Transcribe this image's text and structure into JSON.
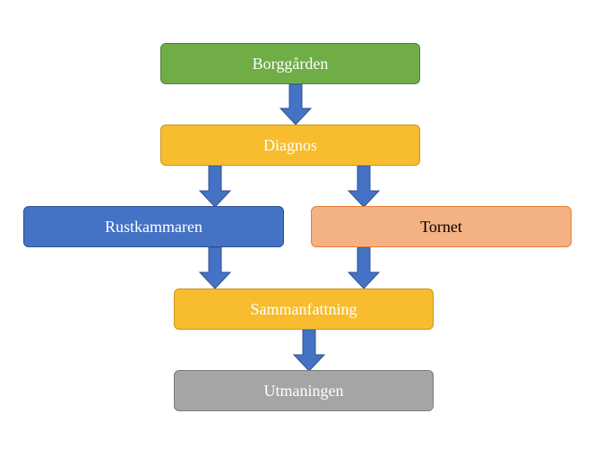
{
  "nodes": {
    "borggarden": "Borggården",
    "diagnos": "Diagnos",
    "rustkammaren": "Rustkammaren",
    "tornet": "Tornet",
    "sammanfattning": "Sammanfattning",
    "utmaningen": "Utmaningen"
  },
  "edges": [
    [
      "borggarden",
      "diagnos"
    ],
    [
      "diagnos",
      "rustkammaren"
    ],
    [
      "diagnos",
      "tornet"
    ],
    [
      "rustkammaren",
      "sammanfattning"
    ],
    [
      "tornet",
      "sammanfattning"
    ],
    [
      "sammanfattning",
      "utmaningen"
    ]
  ],
  "colors": {
    "start": "#70ad47",
    "process": "#f7bd2f",
    "branch_a": "#4472c4",
    "branch_b": "#f4b183",
    "end": "#a5a5a5",
    "arrow": "#4472c4"
  }
}
